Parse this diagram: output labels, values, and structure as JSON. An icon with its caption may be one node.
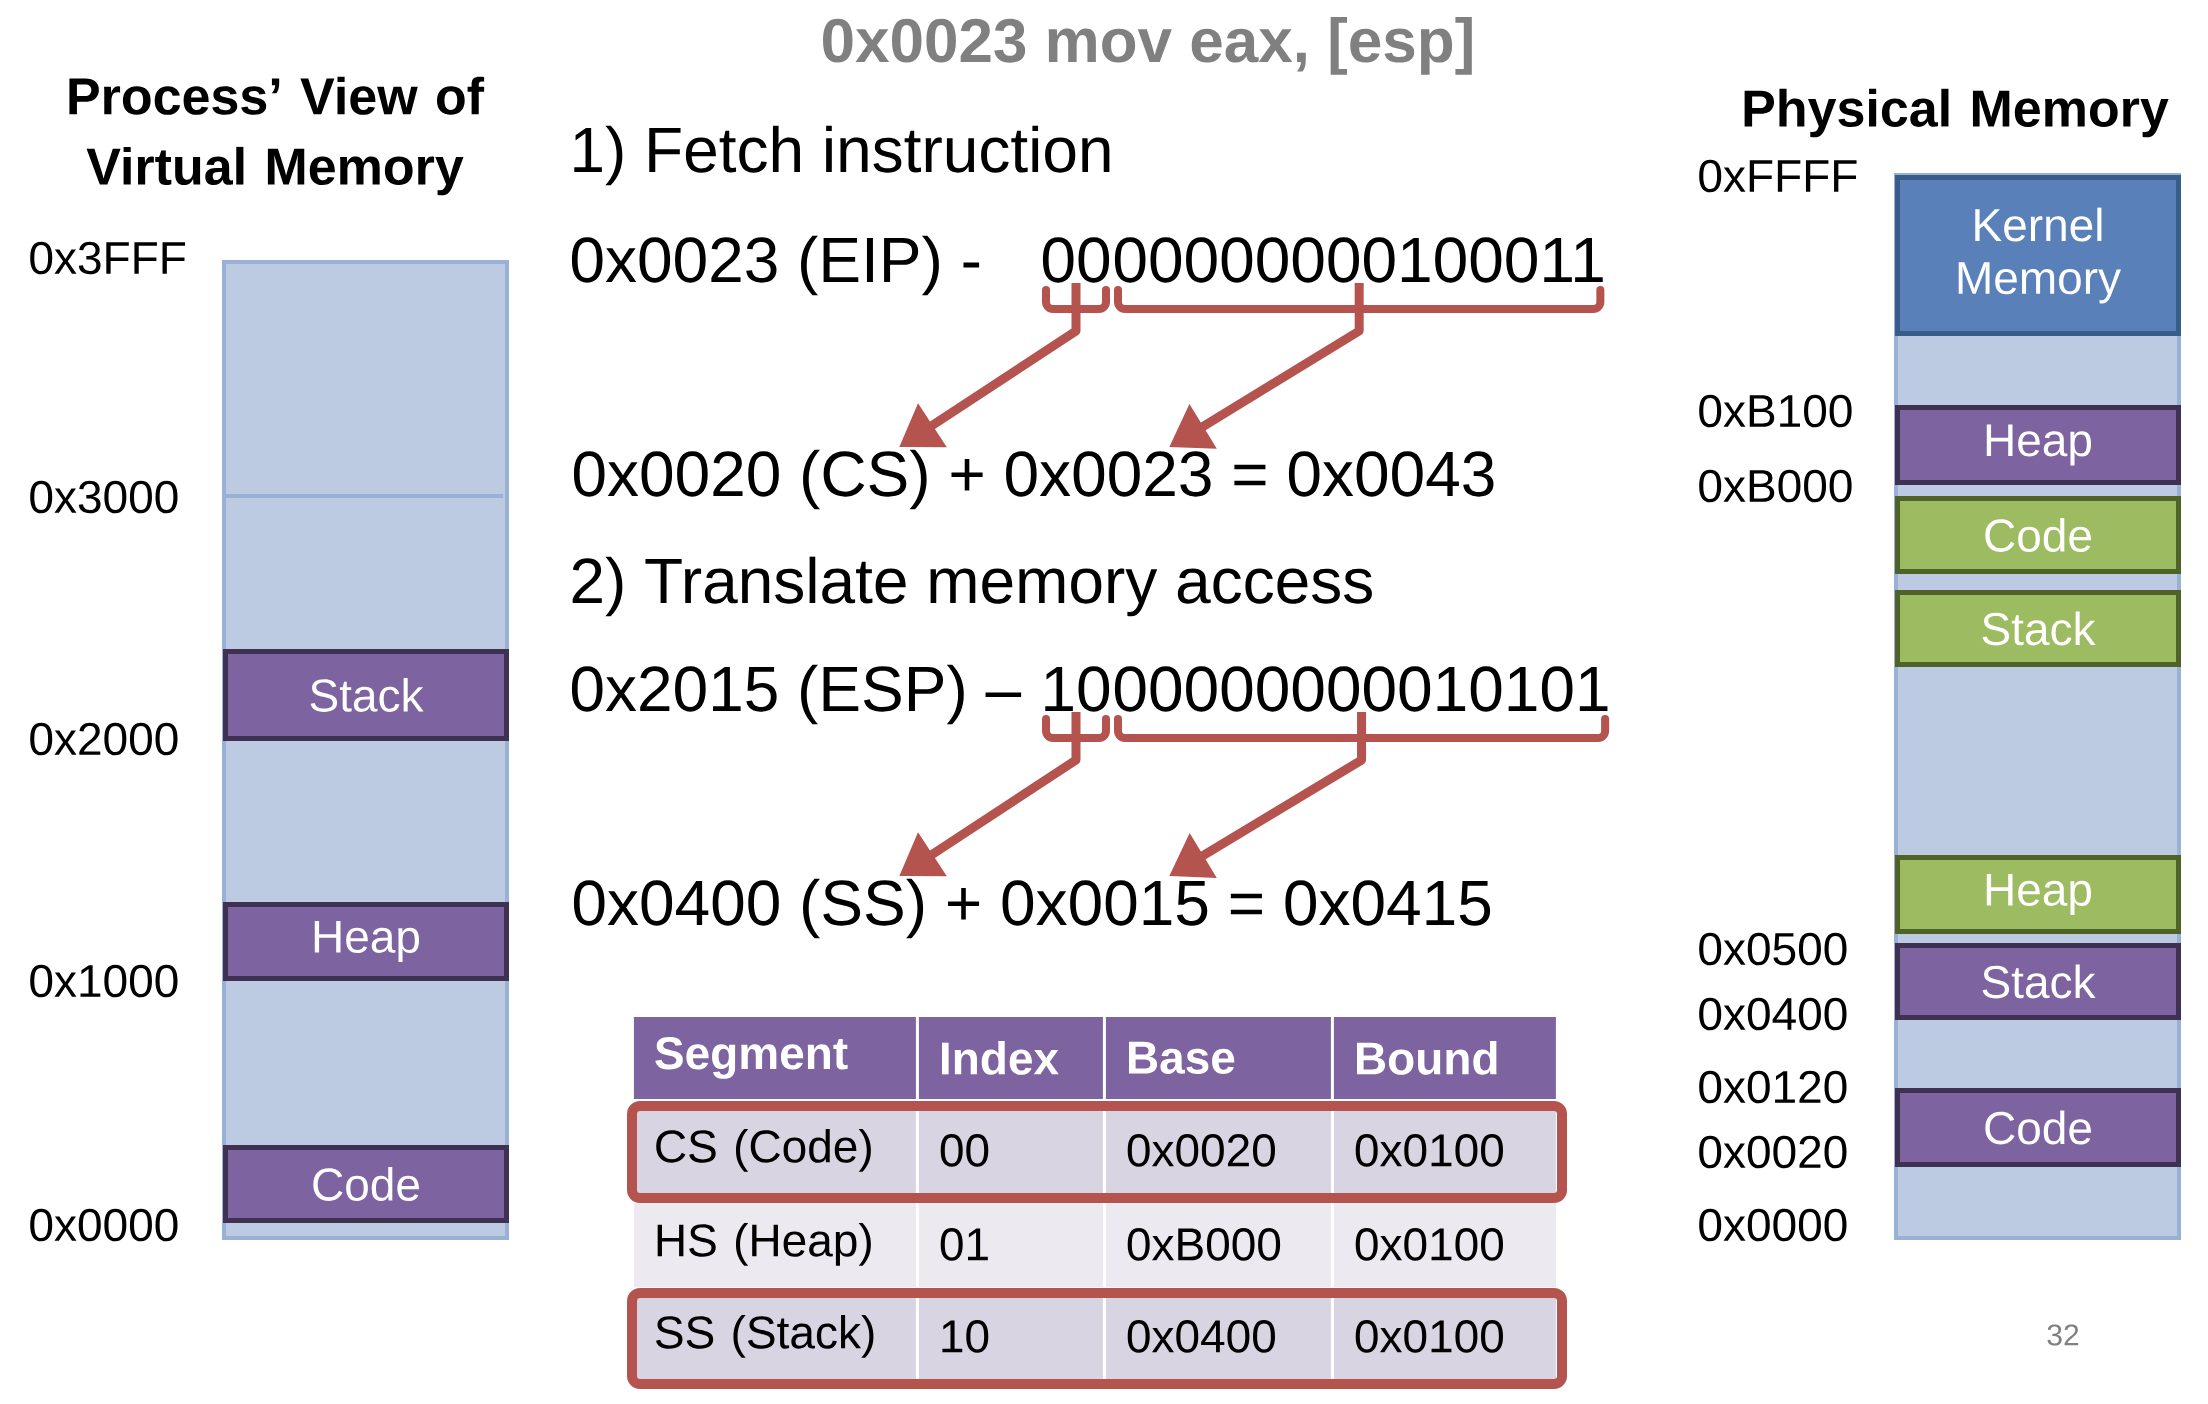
{
  "diagram": {
    "title": "0x0023 mov eax, [esp]",
    "nodes": [
      {
        "text": [
          "Process’ View of Virtual Memory"
        ]
      },
      {
        "text": [
          "Stack"
        ],
        "in": 0
      },
      {
        "text": [
          "Heap"
        ],
        "in": 0
      },
      {
        "text": [
          "Code"
        ],
        "in": 0
      },
      {
        "text": [
          "00"
        ]
      },
      {
        "text": [
          "00000000100011"
        ]
      },
      {
        "text": [
          "0x0020 (CS) + 0x0023 = 0x0043"
        ]
      },
      {
        "text": [
          "10"
        ]
      },
      {
        "text": [
          "00000000010101"
        ]
      },
      {
        "text": [
          "0x0400 (SS) + 0x0015 = 0x0415"
        ]
      },
      {
        "text": [
          "Physical Memory"
        ]
      },
      {
        "text": [
          "Kernel Memory"
        ],
        "in": 10
      },
      {
        "text": [
          "Heap"
        ],
        "in": 10
      },
      {
        "text": [
          "Code"
        ],
        "in": 10
      },
      {
        "text": [
          "Stack"
        ],
        "in": 10
      },
      {
        "text": [
          "Heap"
        ],
        "in": 10
      },
      {
        "text": [
          "Stack"
        ],
        "in": 10
      },
      {
        "text": [
          "Code"
        ],
        "in": 10
      }
    ],
    "edges": [
      {
        "from": 4,
        "to": 6,
        "arrow": "to"
      },
      {
        "from": 5,
        "to": 6,
        "arrow": "to"
      },
      {
        "from": 7,
        "to": 9,
        "arrow": "to"
      },
      {
        "from": 8,
        "to": 9,
        "arrow": "to"
      }
    ],
    "labels": [
      "0x3FFF",
      "0x3000",
      "0x2000",
      "0x1000",
      "0x0000",
      "1) Fetch instruction",
      "0x0023 (EIP) -",
      "2) Translate memory access",
      "0x2015 (ESP) –",
      "Segment",
      "Index",
      "Base",
      "Bound",
      "CS (Code)",
      "00",
      "0x0020",
      "0x0100",
      "HS (Heap)",
      "01",
      "0xB000",
      "0x0100",
      "SS (Stack)",
      "10",
      "0x0400",
      "0x0100",
      "0xFFFF",
      "0xB100",
      "0xB000",
      "0x0500",
      "0x0400",
      "0x0120",
      "0x0020",
      "0x0000",
      "32"
    ]
  }
}
